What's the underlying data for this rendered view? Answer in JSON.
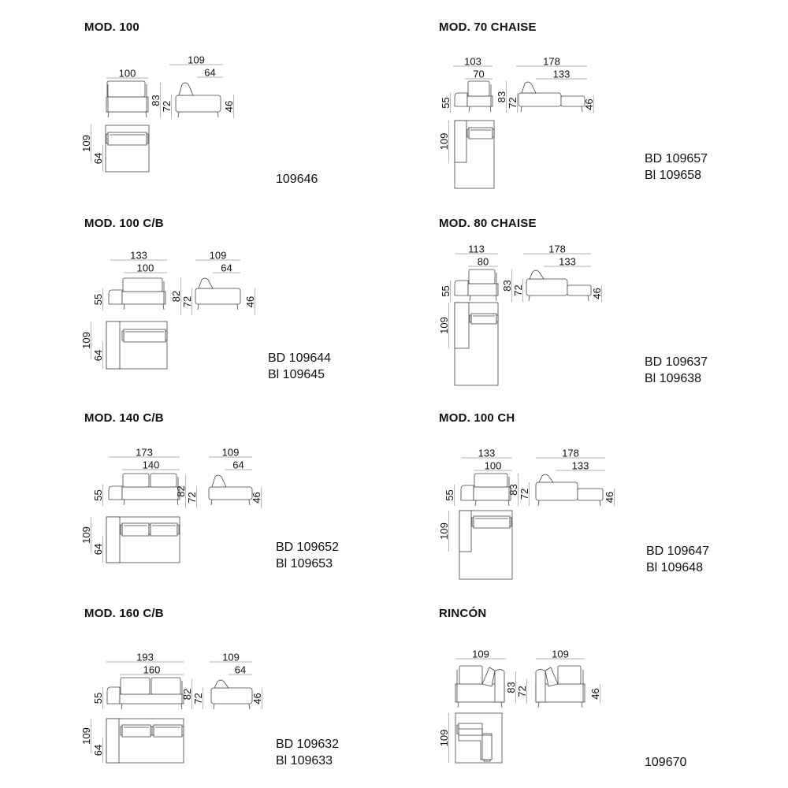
{
  "modules": [
    {
      "title": "MOD. 100",
      "codes": [
        "109646"
      ],
      "front_widths": [
        "100"
      ],
      "side_depths": [
        "109",
        "64"
      ],
      "back_heights": [
        "83",
        "72"
      ],
      "seat_height": "46",
      "plan_depths": [
        "109",
        "64"
      ]
    },
    {
      "title": "MOD. 100 C/B",
      "codes": [
        "BD 109644",
        "Bl 109645"
      ],
      "front_widths": [
        "133",
        "100"
      ],
      "side_depths": [
        "109",
        "64"
      ],
      "arm_height": "55",
      "back_heights": [
        "82",
        "72"
      ],
      "seat_height": "46",
      "plan_depths": [
        "109",
        "64"
      ]
    },
    {
      "title": "MOD. 140 C/B",
      "codes": [
        "BD 109652",
        "Bl 109653"
      ],
      "front_widths": [
        "173",
        "140"
      ],
      "side_depths": [
        "109",
        "64"
      ],
      "arm_height": "55",
      "back_heights": [
        "82",
        "72"
      ],
      "seat_height": "46",
      "plan_depths": [
        "109",
        "64"
      ]
    },
    {
      "title": "MOD. 160 C/B",
      "codes": [
        "BD 109632",
        "Bl 109633"
      ],
      "front_widths": [
        "193",
        "160"
      ],
      "side_depths": [
        "109",
        "64"
      ],
      "arm_height": "55",
      "back_heights": [
        "82",
        "72"
      ],
      "seat_height": "46",
      "plan_depths": [
        "109",
        "64"
      ]
    },
    {
      "title": "MOD. 70 CHAISE",
      "codes": [
        "BD 109657",
        "Bl 109658"
      ],
      "front_widths": [
        "103",
        "70"
      ],
      "side_depths": [
        "178",
        "133"
      ],
      "arm_height": "55",
      "back_heights": [
        "83",
        "72"
      ],
      "seat_height": "46",
      "plan_depths": [
        "109"
      ]
    },
    {
      "title": "MOD. 80 CHAISE",
      "codes": [
        "BD 109637",
        "Bl 109638"
      ],
      "front_widths": [
        "113",
        "80"
      ],
      "side_depths": [
        "178",
        "133"
      ],
      "arm_height": "55",
      "back_heights": [
        "83",
        "72"
      ],
      "seat_height": "46",
      "plan_depths": [
        "109"
      ]
    },
    {
      "title": "MOD. 100 CH",
      "codes": [
        "BD 109647",
        "Bl 109648"
      ],
      "front_widths": [
        "133",
        "100"
      ],
      "side_depths": [
        "178",
        "133"
      ],
      "arm_height": "55",
      "back_heights": [
        "83",
        "72"
      ],
      "seat_height": "46",
      "plan_depths": [
        "109"
      ]
    },
    {
      "title": "RINCÓN",
      "codes": [
        "109670"
      ],
      "front_widths": [
        "109"
      ],
      "side_depths": [
        "109"
      ],
      "back_heights": [
        "83",
        "72"
      ],
      "seat_height": "46",
      "plan_depths": [
        "109"
      ]
    }
  ]
}
